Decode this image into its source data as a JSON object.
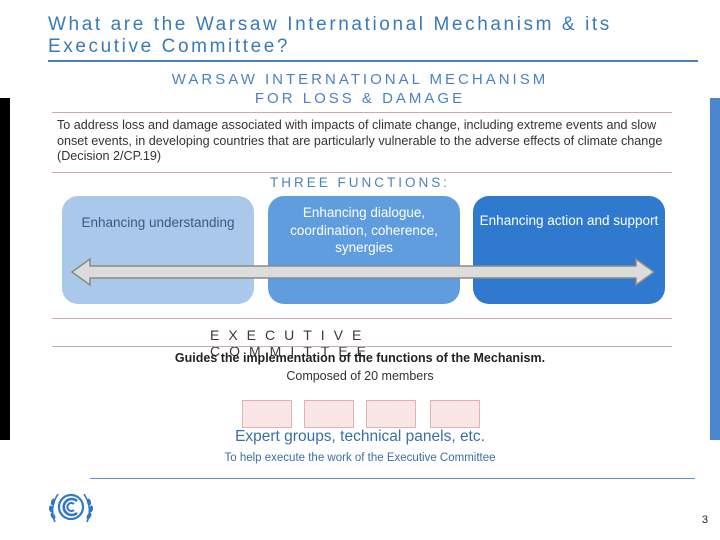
{
  "slide": {
    "title": "What are the Warsaw International Mechanism & its Executive Committee?",
    "page_number": "3"
  },
  "wim": {
    "title_line1": "WARSAW INTERNATIONAL MECHANISM",
    "title_line2": "FOR LOSS & DAMAGE",
    "definition": "To address loss and damage associated with impacts of climate change, including extreme events and slow onset events, in developing countries that are particularly vulnerable to the adverse effects of climate change (Decision 2/CP.19)"
  },
  "functions": {
    "heading": "THREE FUNCTIONS:",
    "items": [
      {
        "label": "Enhancing understanding",
        "color": "#a9c8ea"
      },
      {
        "label": "Enhancing dialogue, coordination, coherence, synergies",
        "color": "#5f9ddf"
      },
      {
        "label": "Enhancing action and support",
        "color": "#2f79cf"
      }
    ]
  },
  "executive_committee": {
    "heading": "EXECUTIVE COMMITTEE",
    "guides": "Guides the implementation of the functions of the Mechanism.",
    "composed": "Composed of 20 members"
  },
  "expert_groups": {
    "title": "Expert groups, technical panels, etc.",
    "subtitle": "To help execute the work of the Executive Committee",
    "box_count": 4,
    "box_color": "#fbe6e6"
  },
  "logo": {
    "icon": "unfccc-logo-icon"
  }
}
